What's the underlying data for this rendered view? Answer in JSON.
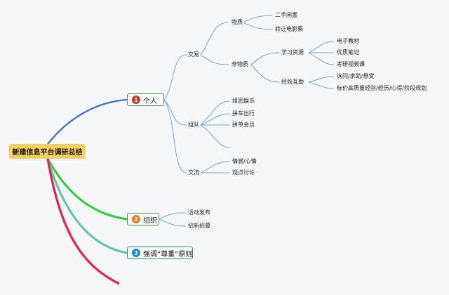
{
  "root": {
    "label": "新建信息平台调研总结"
  },
  "main": [
    {
      "num": "1",
      "label": "个人"
    },
    {
      "num": "2",
      "label": "组织"
    },
    {
      "num": "3",
      "label": "强调“尊重”原则"
    }
  ],
  "personal": {
    "jiaoyi": {
      "label": "交易",
      "wuzhi": {
        "label": "物质",
        "items": [
          "二手闲置",
          "转让电影票"
        ]
      },
      "feiwuzhi": {
        "label": "非物质",
        "xuexi": {
          "label": "学习资源",
          "items": [
            "电子教材",
            "优质笔记",
            "考研视频课"
          ]
        },
        "jingyan": {
          "label": "经验互助",
          "items": [
            "询问/求助/悬赏",
            "标价高质量经验/经历/心得/阶段规划"
          ]
        }
      }
    },
    "zudui": {
      "label": "组队",
      "items": [
        "组团娱乐",
        "拼车出行",
        "拼单会员"
      ]
    },
    "jiaoliu": {
      "label": "交流",
      "items": [
        "情感/心情",
        "观点讨论"
      ]
    }
  },
  "org": {
    "items": [
      "活动发布",
      "招新招募"
    ]
  },
  "colors": {
    "blue": "#3b6fd0",
    "green": "#2ecc40",
    "teal": "#63c7b2",
    "red": "#e8224a",
    "sub": "#6fa8dc",
    "rootFill": "#fbcf58"
  }
}
